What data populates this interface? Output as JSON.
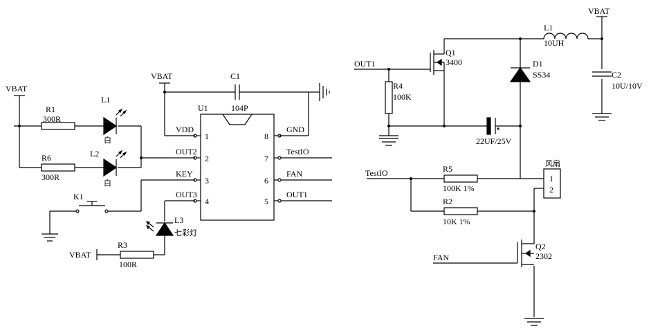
{
  "power": {
    "vbat": "VBAT"
  },
  "left": {
    "r1": {
      "ref": "R1",
      "value": "300R"
    },
    "r6": {
      "ref": "R6",
      "value": "300R"
    },
    "l1": {
      "ref": "L1",
      "color": "白"
    },
    "l2": {
      "ref": "L2",
      "color": "白"
    },
    "k1": {
      "ref": "K1"
    },
    "r3": {
      "ref": "R3",
      "value": "100R"
    },
    "l3": {
      "ref": "L3",
      "color": "七彩灯"
    },
    "c1": {
      "ref": "C1",
      "value": "104P"
    }
  },
  "u1": {
    "ref": "U1",
    "pins_left": [
      {
        "num": "1",
        "name": "VDD"
      },
      {
        "num": "2",
        "name": "OUT2"
      },
      {
        "num": "3",
        "name": "KEY"
      },
      {
        "num": "4",
        "name": "OUT3"
      }
    ],
    "pins_right": [
      {
        "num": "8",
        "name": "GND"
      },
      {
        "num": "7",
        "name": "TestIO"
      },
      {
        "num": "6",
        "name": "FAN"
      },
      {
        "num": "5",
        "name": "OUT1"
      }
    ]
  },
  "right": {
    "out1_net": "OUT1",
    "q1": {
      "ref": "Q1",
      "part": "3400"
    },
    "r4": {
      "ref": "R4",
      "value": "100K"
    },
    "l1": {
      "ref": "L1",
      "value": "10UH"
    },
    "d1": {
      "ref": "D1",
      "part": "SS34"
    },
    "c2": {
      "ref": "C2",
      "value": "10U/10V"
    },
    "cap": {
      "value": "22UF/25V"
    },
    "testio_net": "TestIO",
    "r5": {
      "ref": "R5",
      "value": "100K  1%"
    },
    "r2": {
      "ref": "R2",
      "value": "10K 1%"
    },
    "fan_conn": {
      "title": "风扇",
      "pin1": "1",
      "pin2": "2"
    },
    "q2": {
      "ref": "Q2",
      "part": "2302"
    },
    "fan_net": "FAN"
  }
}
